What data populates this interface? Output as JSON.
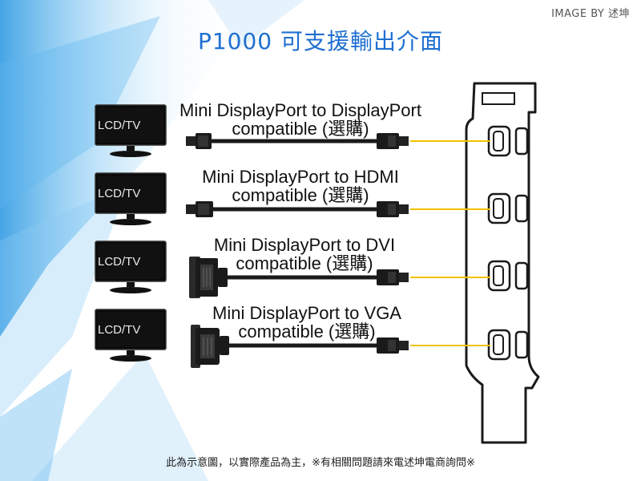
{
  "header": {
    "credit": "IMAGE BY 述坤",
    "title": "P1000 可支援輸出介面"
  },
  "monitor_label": "LCD/TV",
  "connections": [
    {
      "line1": "Mini DisplayPort to DisplayPort",
      "line2": "compatible (選購)",
      "left_connector": "mini-displayport"
    },
    {
      "line1": "Mini DisplayPort to HDMI",
      "line2": "compatible (選購)",
      "left_connector": "hdmi"
    },
    {
      "line1": "Mini DisplayPort to DVI",
      "line2": "compatible (選購)",
      "left_connector": "dvi"
    },
    {
      "line1": "Mini DisplayPort to VGA",
      "line2": "compatible (選購)",
      "left_connector": "vga"
    }
  ],
  "footer": {
    "note": "此為示意圖，以實際產品為主，※有相關問題請來電述坤電商詢問※"
  },
  "colors": {
    "title": "#1f6fd1",
    "leader_line": "#f2c200",
    "cable": "#1a1a1a",
    "monitor_screen": "#0a0a0a"
  }
}
